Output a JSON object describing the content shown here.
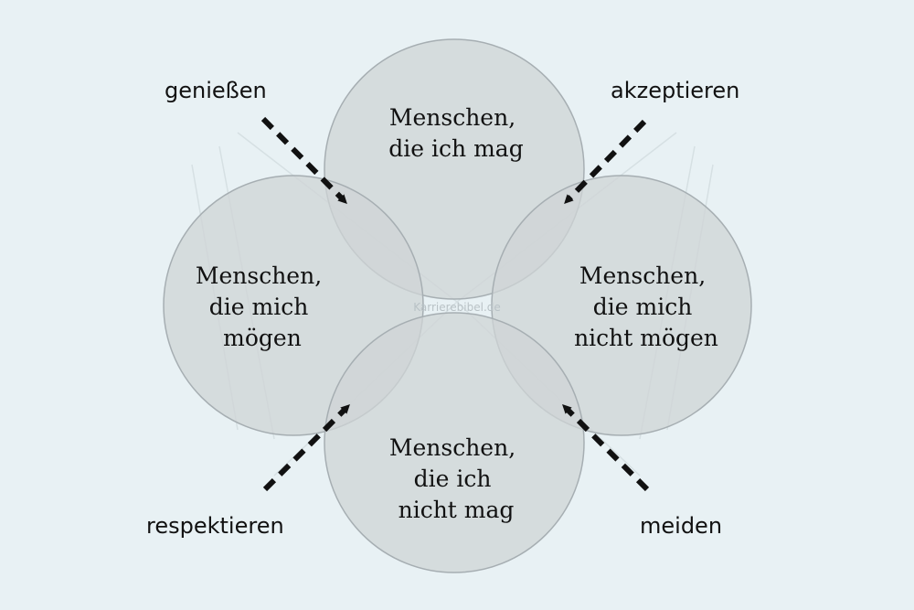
{
  "colors": {
    "background": "#e8f1f4",
    "circle_fill": "#cfd4d6",
    "circle_stroke": "#a6aeb2",
    "text": "#111111",
    "arrow": "#111111"
  },
  "circles": {
    "top": {
      "lines": [
        "Menschen,",
        "die ich mag"
      ]
    },
    "left": {
      "lines": [
        "Menschen,",
        "die mich",
        "mögen"
      ]
    },
    "right": {
      "lines": [
        "Menschen,",
        "die mich",
        "nicht mögen"
      ]
    },
    "bottom": {
      "lines": [
        "Menschen,",
        "die ich",
        "nicht mag"
      ]
    }
  },
  "corner_labels": {
    "top_left": "genießen",
    "top_right": "akzeptieren",
    "bottom_left": "respektieren",
    "bottom_right": "meiden"
  },
  "watermark": "Karrierebibel.de"
}
